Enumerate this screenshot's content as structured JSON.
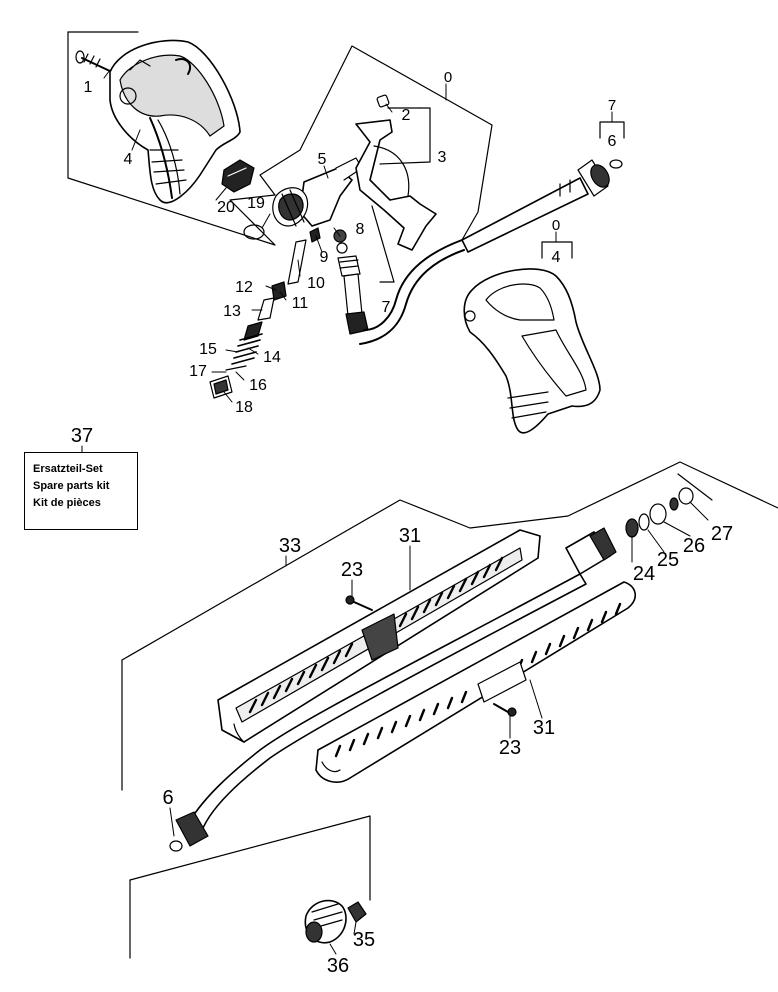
{
  "callouts": {
    "n0a": "0",
    "n0b": "0",
    "n1": "1",
    "n2": "2",
    "n3": "3",
    "n4a": "4",
    "n4b": "4",
    "n5": "5",
    "n6a": "6",
    "n6b": "6",
    "n7a": "7",
    "n7b": "7",
    "n8": "8",
    "n9": "9",
    "n10": "10",
    "n11": "11",
    "n12": "12",
    "n13": "13",
    "n14": "14",
    "n15": "15",
    "n16": "16",
    "n17": "17",
    "n18": "18",
    "n19": "19",
    "n20": "20",
    "n23a": "23",
    "n23b": "23",
    "n24": "24",
    "n25": "25",
    "n26": "26",
    "n27": "27",
    "n31a": "31",
    "n31b": "31",
    "n33": "33",
    "n35": "35",
    "n36": "36",
    "n37": "37"
  },
  "kit": {
    "line1": "Ersatzteil-Set",
    "line2": "Spare parts kit",
    "line3": "Kit de pièces"
  }
}
